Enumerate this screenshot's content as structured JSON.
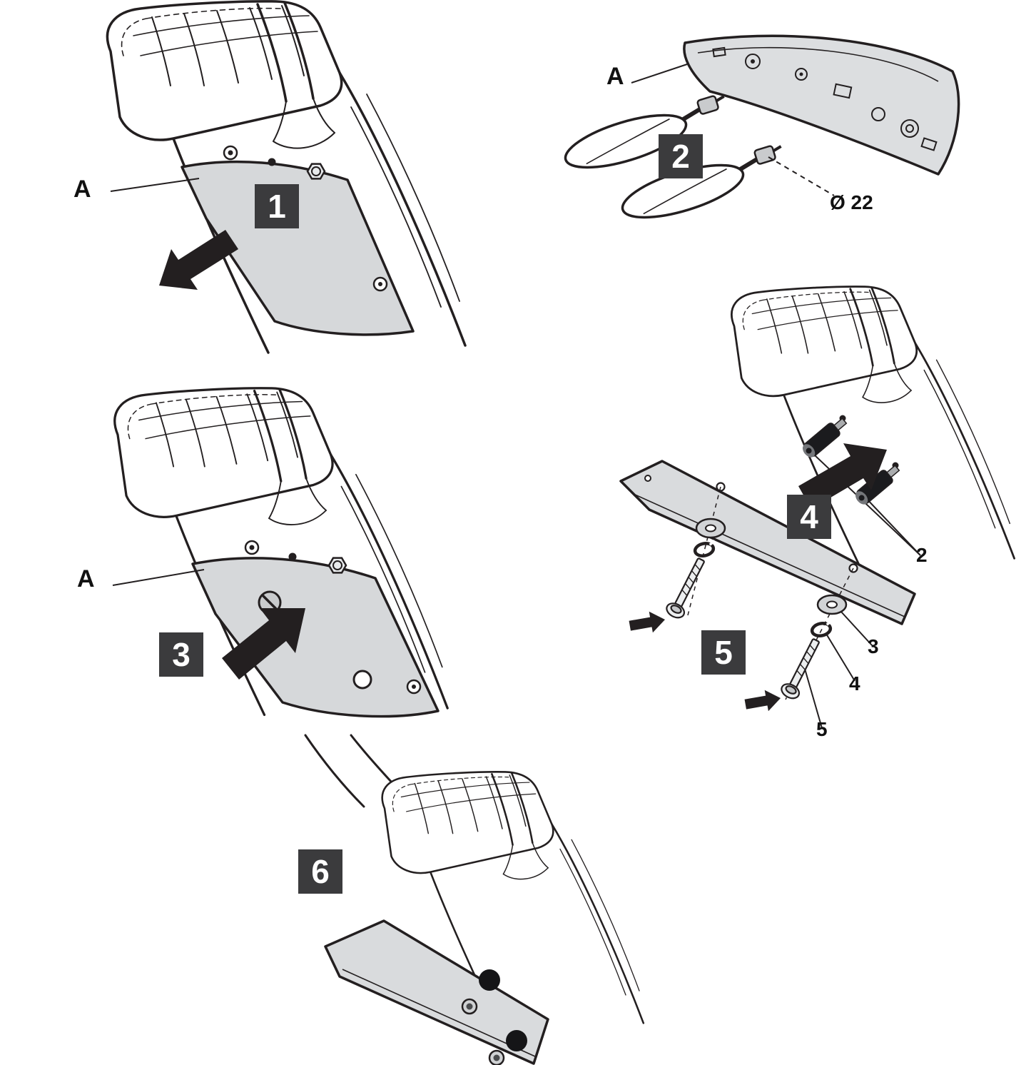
{
  "colors": {
    "background": "#ffffff",
    "line_art": "#231f20",
    "panel_fill": "#d6d8da",
    "badge_background": "#3b3b3d",
    "badge_text": "#ffffff",
    "arrow_fill": "#231f20"
  },
  "steps": {
    "step1": {
      "badge": "1",
      "part_label": "A"
    },
    "step2": {
      "badge": "2",
      "part_label": "A",
      "dimension_label": "Ø 22"
    },
    "step3": {
      "badge": "3",
      "part_label": "A"
    },
    "step4": {
      "badge": "4",
      "callout_spacers": "2"
    },
    "step5": {
      "badge": "5",
      "callout_washer": "3",
      "callout_spring_washer": "4",
      "callout_screw": "5"
    },
    "step6": {
      "badge": "6"
    }
  },
  "illustrations": {
    "step1": "motorcycle-tail-side-panel-removal",
    "step2": "turn-signals-removed-from-inner-panel",
    "step3": "side-panel-refitting",
    "step4": "side-case-bracket-with-spacers",
    "step5": "bracket-fastening-hardware",
    "step6": "bracket-installed-on-tail"
  }
}
